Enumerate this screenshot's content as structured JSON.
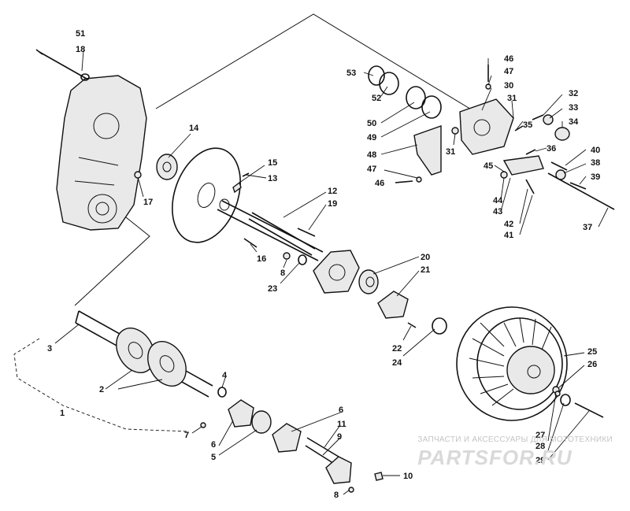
{
  "callouts": {
    "c51": "51",
    "c18": "18",
    "c14": "14",
    "c15": "15",
    "c13": "13",
    "c17": "17",
    "c12": "12",
    "c19": "19",
    "c16": "16",
    "c8a": "8",
    "c23": "23",
    "c20": "20",
    "c21": "21",
    "c22": "22",
    "c24": "24",
    "c25": "25",
    "c26": "26",
    "c27": "27",
    "c28": "28",
    "c29": "29",
    "c3": "3",
    "c2": "2",
    "c1": "1",
    "c4": "4",
    "c7": "7",
    "c6a": "6",
    "c5": "5",
    "c6b": "6",
    "c11": "11",
    "c9": "9",
    "c10": "10",
    "c8b": "8",
    "c53": "53",
    "c52": "52",
    "c50": "50",
    "c49": "49",
    "c48": "48",
    "c47a": "47",
    "c46a": "46",
    "c46b": "46",
    "c47b": "47",
    "c30": "30",
    "c31a": "31",
    "c31b": "31",
    "c35": "35",
    "c32": "32",
    "c33": "33",
    "c34": "34",
    "c36": "36",
    "c45": "45",
    "c44": "44",
    "c43": "43",
    "c42": "42",
    "c41": "41",
    "c40": "40",
    "c38": "38",
    "c39": "39",
    "c37": "37"
  },
  "watermark": {
    "tagline": "ЗАПЧАСТИ И АКСЕССУАРЫ ДЛЯ МОТОТЕХНИКИ",
    "brand": "PARTSFOR.RU"
  }
}
